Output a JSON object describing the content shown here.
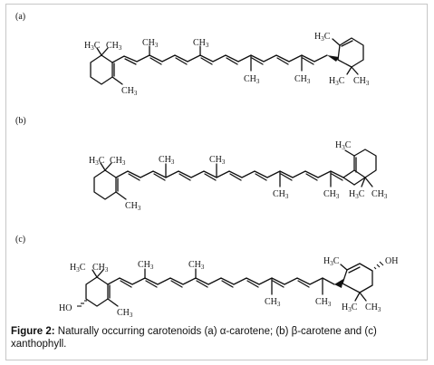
{
  "panels": [
    {
      "label": "(a)",
      "compound": "α-carotene"
    },
    {
      "label": "(b)",
      "compound": "β-carotene"
    },
    {
      "label": "(c)",
      "compound": "xanthophyll"
    }
  ],
  "atoms": {
    "ch3": "CH",
    "h3c": "H",
    "c": "C",
    "sub3": "3",
    "oh": "OH",
    "ho": "HO"
  },
  "caption": {
    "label": "Figure 2:",
    "text": "Naturally occurring carotenoids (a) α-carotene; (b) β-carotene and (c) xanthophyll."
  }
}
